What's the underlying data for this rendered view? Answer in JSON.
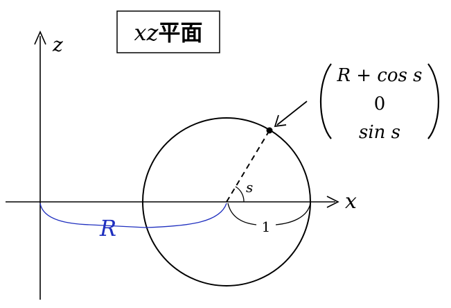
{
  "title": {
    "prefix": "xz",
    "suffix": "平面"
  },
  "axes": {
    "x_label": "x",
    "z_label": "z"
  },
  "labels": {
    "angle": "s",
    "major_radius": "R",
    "minor_radius": "1"
  },
  "vector": {
    "row1": "R + cos s",
    "row2": "0",
    "row3": "sin s"
  },
  "colors": {
    "ink": "#000000",
    "radius_brace": "#1f2fbf"
  }
}
